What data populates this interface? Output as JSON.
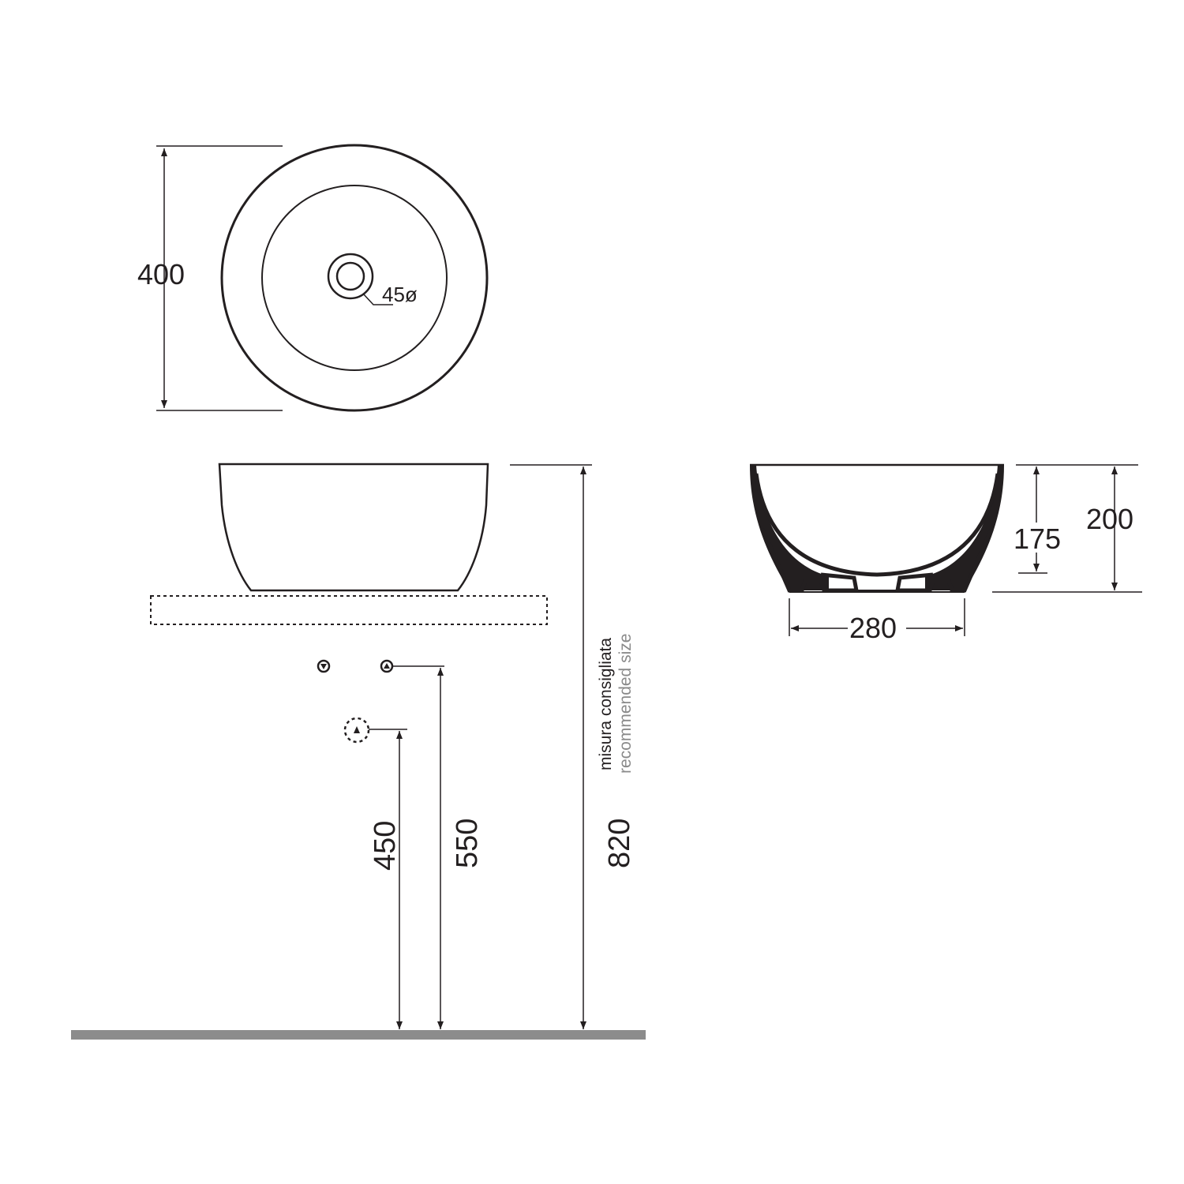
{
  "top_view": {
    "width_label": "400",
    "drain_label": "45ø"
  },
  "front_view": {
    "pipe_label_1": "450",
    "pipe_label_2": "550",
    "total_height_label": "820",
    "note_it": "misura consigliata",
    "note_en": "recommended size"
  },
  "section_view": {
    "inner_height_label": "175",
    "outer_height_label": "200",
    "base_width_label": "280"
  },
  "colors": {
    "line": "#231f20",
    "grey_text": "#8a8a8a",
    "floor": "#8c8c8c"
  }
}
